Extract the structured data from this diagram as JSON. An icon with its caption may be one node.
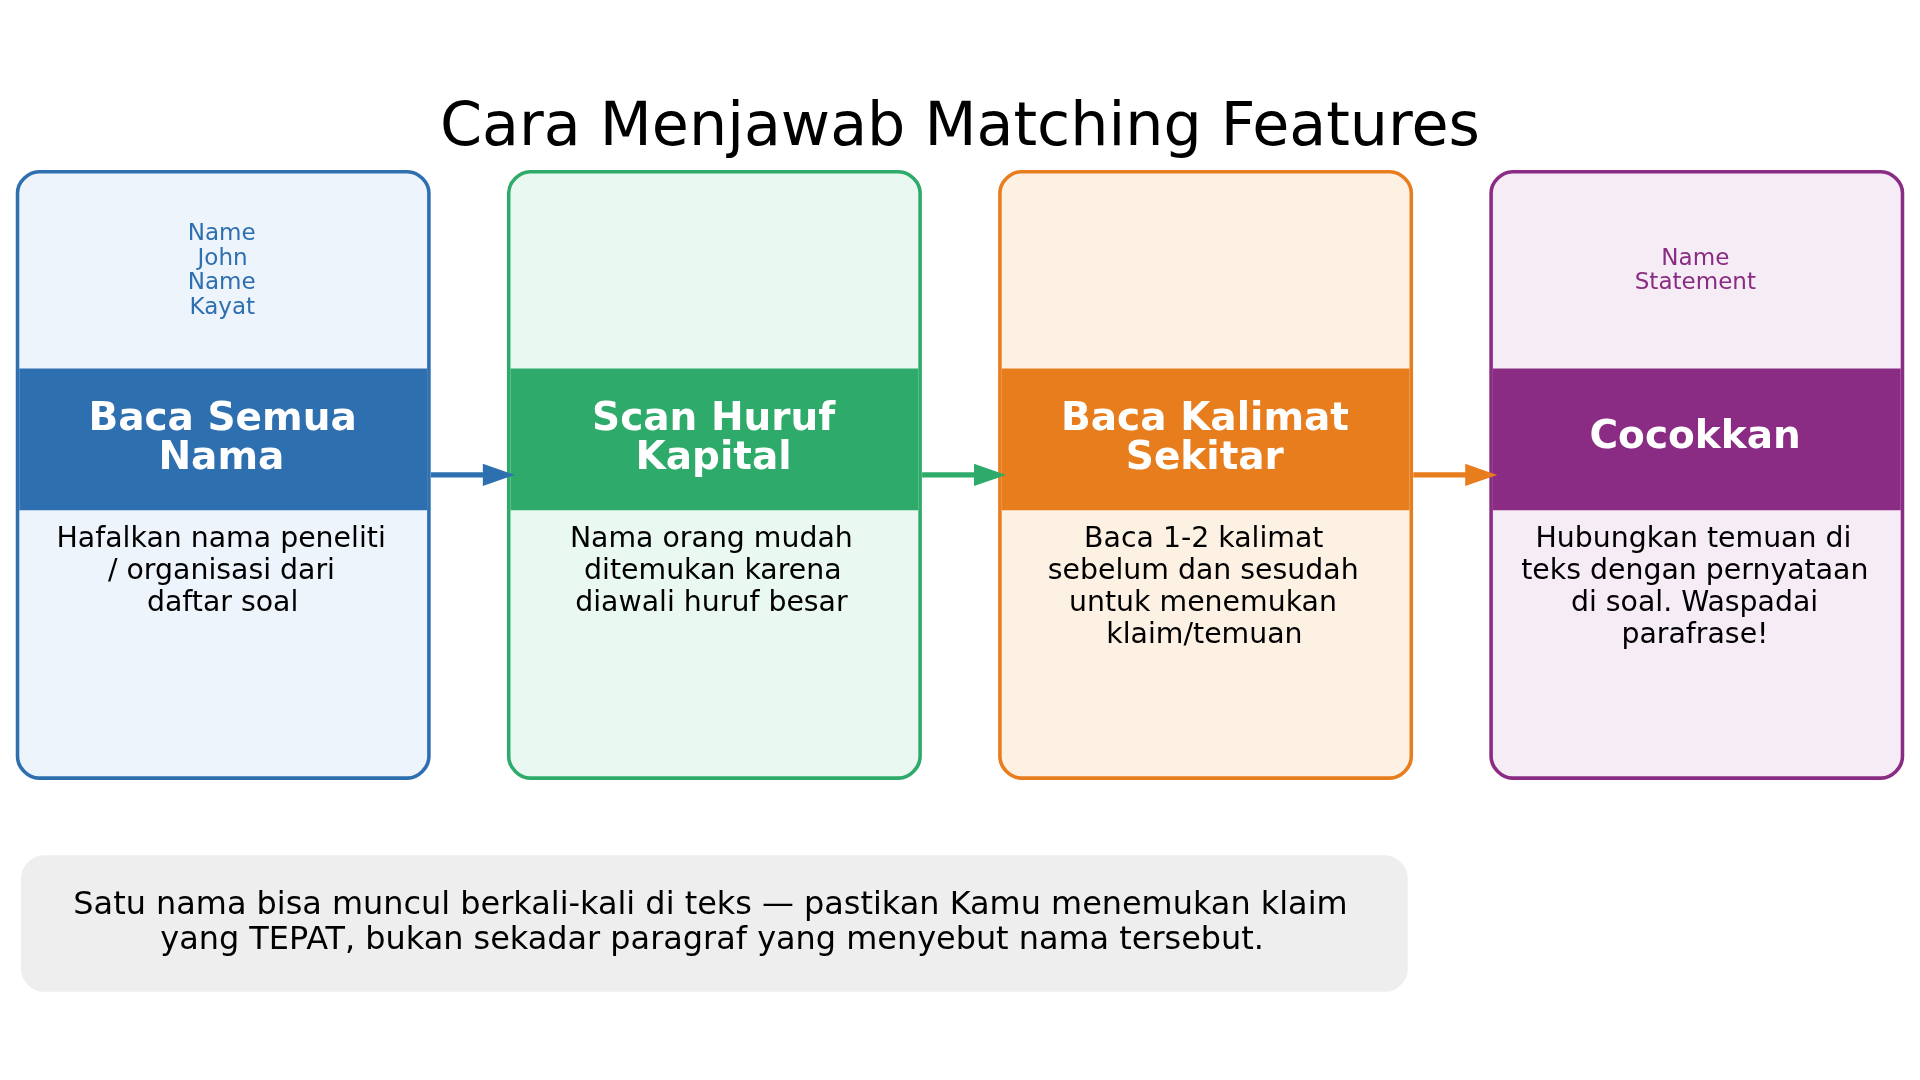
{
  "diagram": {
    "title": "Cara Menjawab Matching Features",
    "nodes": [
      {
        "text": [
          "Name",
          "John",
          "Name",
          "Kayat",
          "Baca Semua Nama",
          "Hafalkan nama peneliti / organisasi dari daftar soal"
        ]
      },
      {
        "text": [
          "Scan Huruf Kapital",
          "Nama orang mudah ditemukan karena diawali huruf besar"
        ]
      },
      {
        "text": [
          "Baca Kalimat Sekitar",
          "Baca 1-2 kalimat sebelum dan sesudah untuk menemukan klaim/temuan"
        ]
      },
      {
        "text": [
          "Name",
          "Statement",
          "Cocokkan",
          "Hubungkan temuan di teks dengan pernyataan di soal. Waspadai parafrase!"
        ]
      },
      {
        "text": [
          "Satu nama bisa muncul berkali-kali di teks — pastikan Kamu menemukan klaim yang TEPAT, bukan sekadar paragraf yang menyebut nama tersebut."
        ]
      }
    ],
    "edges": [
      {
        "from": 0,
        "to": 1,
        "arrow": "to",
        "color": "#2e6fb0"
      },
      {
        "from": 1,
        "to": 2,
        "arrow": "to",
        "color": "#2eaa6a"
      },
      {
        "from": 2,
        "to": 3,
        "arrow": "to",
        "color": "#e87d1e"
      }
    ]
  }
}
